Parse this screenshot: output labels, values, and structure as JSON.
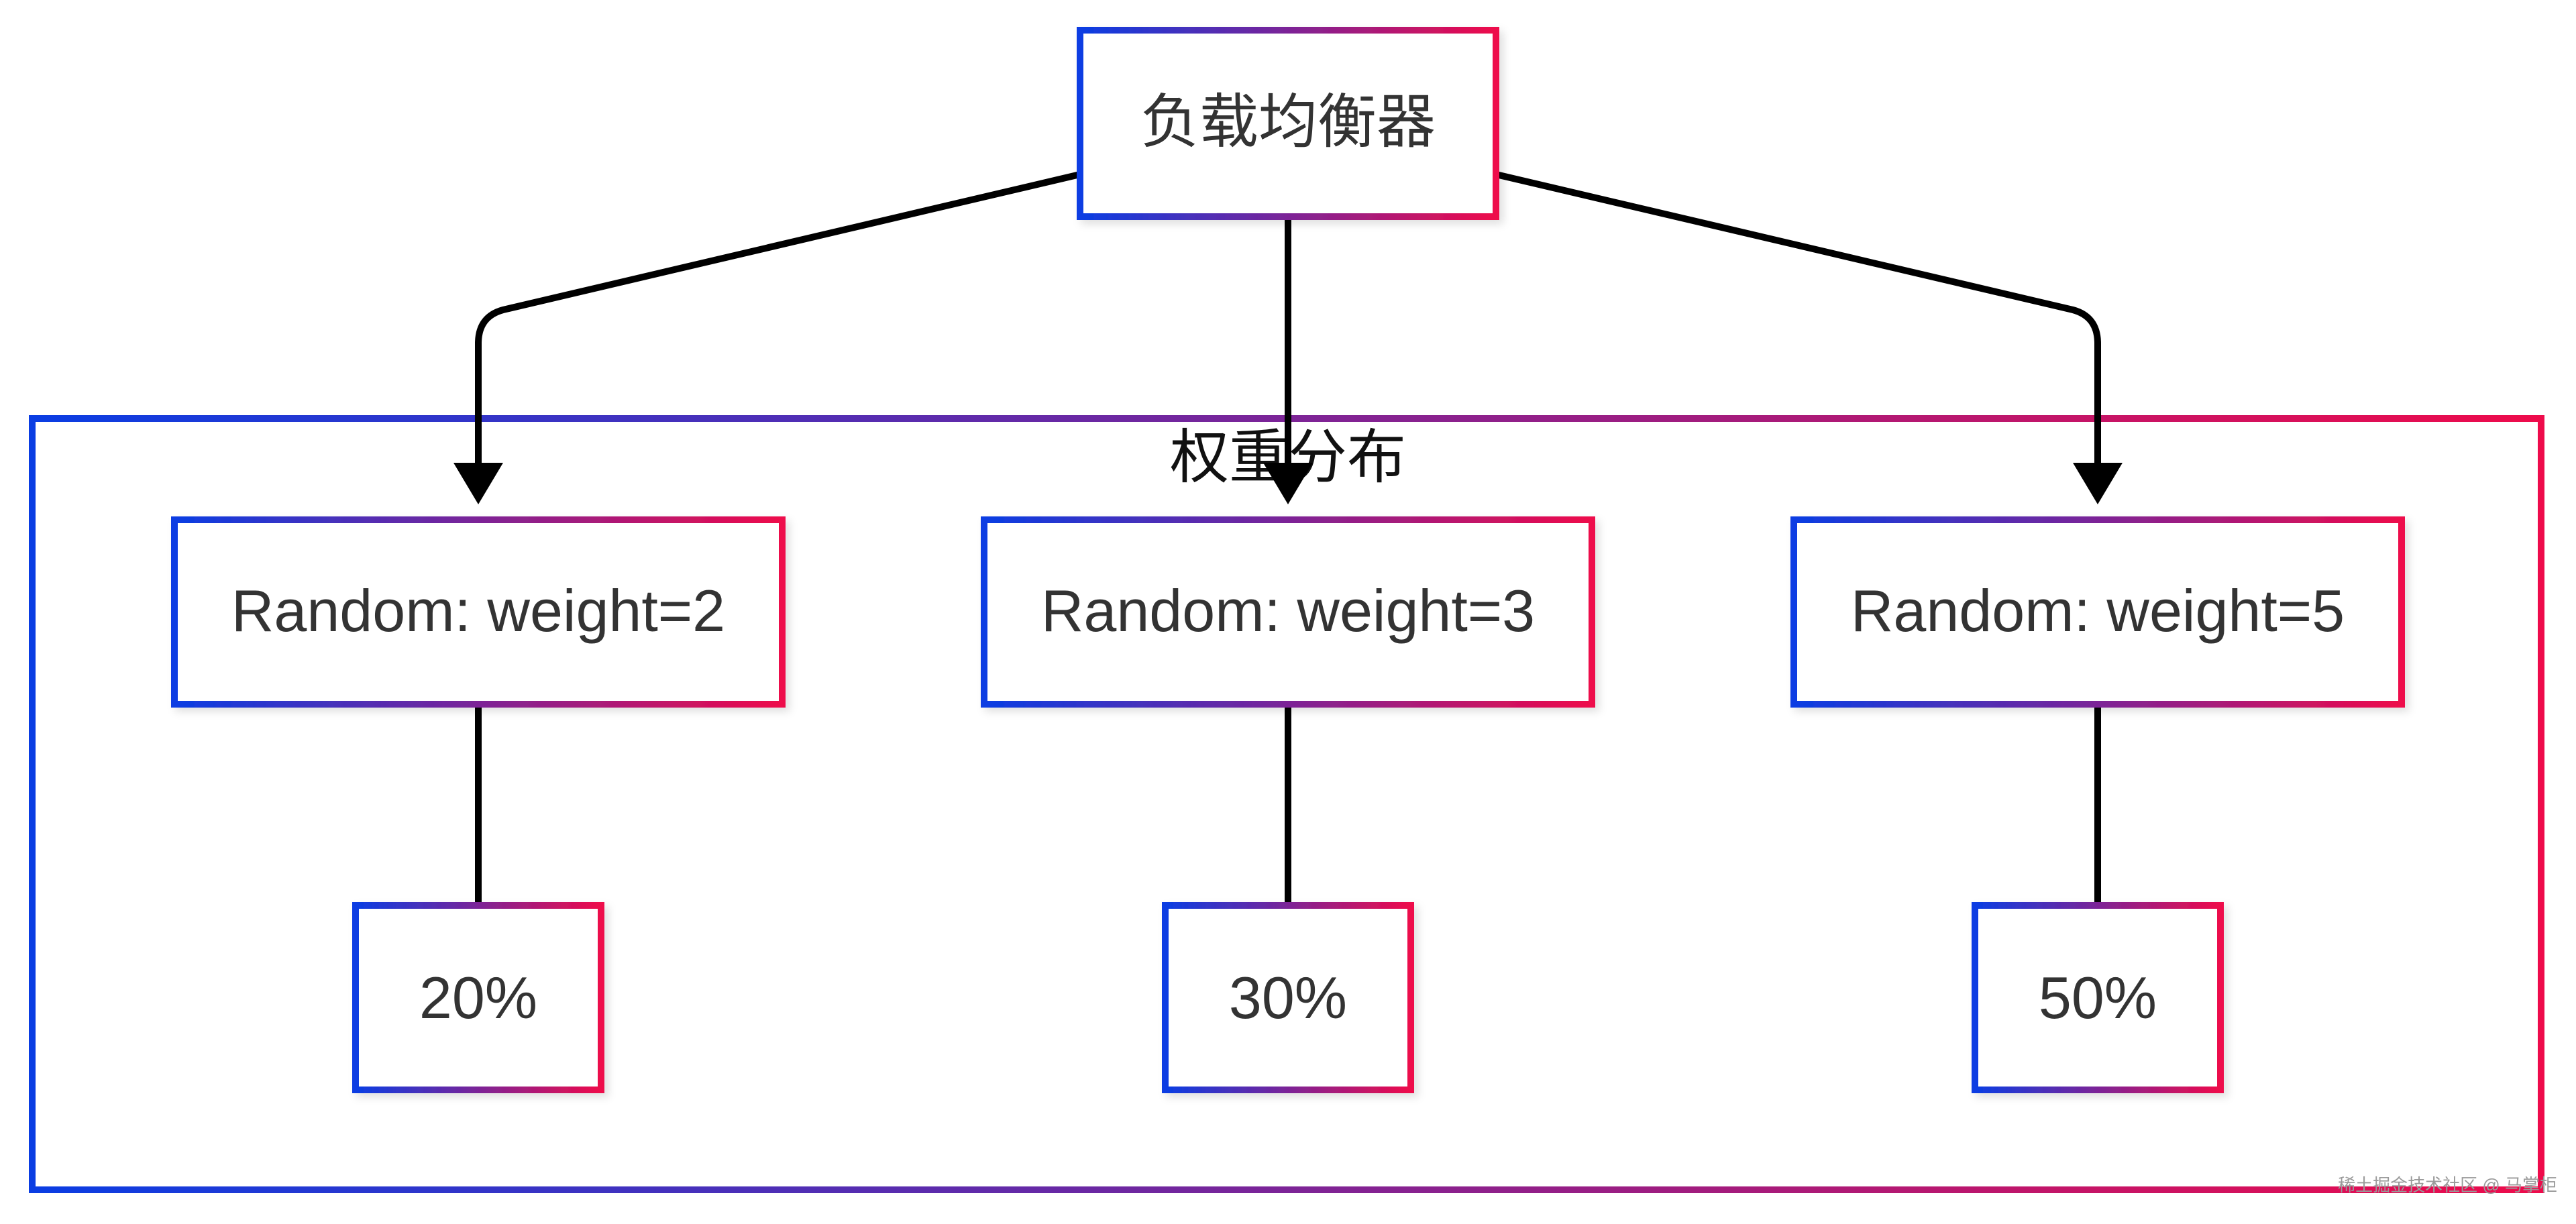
{
  "diagram": {
    "root": {
      "label": "负载均衡器"
    },
    "group": {
      "label": "权重分布"
    },
    "strategies": [
      {
        "label": "Random: weight=2"
      },
      {
        "label": "Random: weight=3"
      },
      {
        "label": "Random: weight=5"
      }
    ],
    "shares": [
      {
        "label": "20%"
      },
      {
        "label": "30%"
      },
      {
        "label": "50%"
      }
    ]
  },
  "watermark": "稀土掘金技术社区 @ 马掌柜",
  "colors": {
    "gradient_start": "#0a3de3",
    "gradient_end": "#ee0b4b",
    "edge": "#000000",
    "text": "#333333"
  }
}
